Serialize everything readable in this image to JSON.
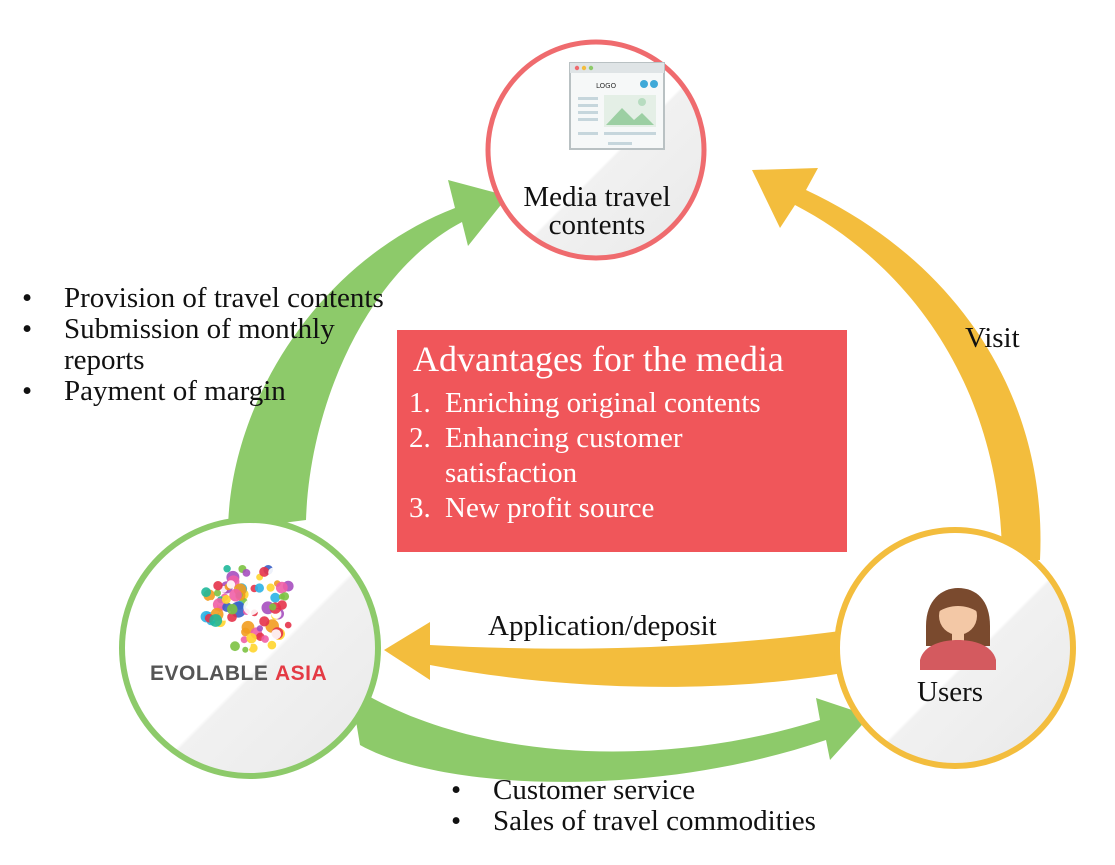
{
  "nodes": {
    "media": {
      "label_line1": "Media travel",
      "label_line2": "contents",
      "icon": "webpage-logo-icon",
      "icon_text": "LOGO",
      "ring_color": "#ef6b6e"
    },
    "evolable": {
      "logo_word1": "EVOLABLE",
      "logo_word2": "ASIA",
      "icon": "colorful-dots-globe-icon",
      "ring_color": "#8dca6a"
    },
    "users": {
      "label": "Users",
      "icon": "person-icon",
      "ring_color": "#f3bd3d"
    }
  },
  "edges": {
    "visit": {
      "label": "Visit",
      "color": "#f3bd3d"
    },
    "application": {
      "label": "Application/deposit",
      "color": "#f3bd3d"
    },
    "provision_arrow": {
      "color": "#8dca6a"
    },
    "service_arrow": {
      "color": "#8dca6a"
    }
  },
  "left_bullets": [
    "Provision of travel contents",
    "Submission of monthly",
    "reports",
    "Payment of margin"
  ],
  "bottom_bullets": [
    "Customer service",
    "Sales of travel commodities"
  ],
  "advantages": {
    "title": "Advantages  for the media",
    "items": [
      {
        "num": "1.",
        "lines": [
          "Enriching original contents"
        ]
      },
      {
        "num": "2.",
        "lines": [
          "Enhancing customer",
          "satisfaction"
        ]
      },
      {
        "num": "3.",
        "lines": [
          "New profit source"
        ]
      }
    ],
    "box_color": "#f0565a"
  }
}
